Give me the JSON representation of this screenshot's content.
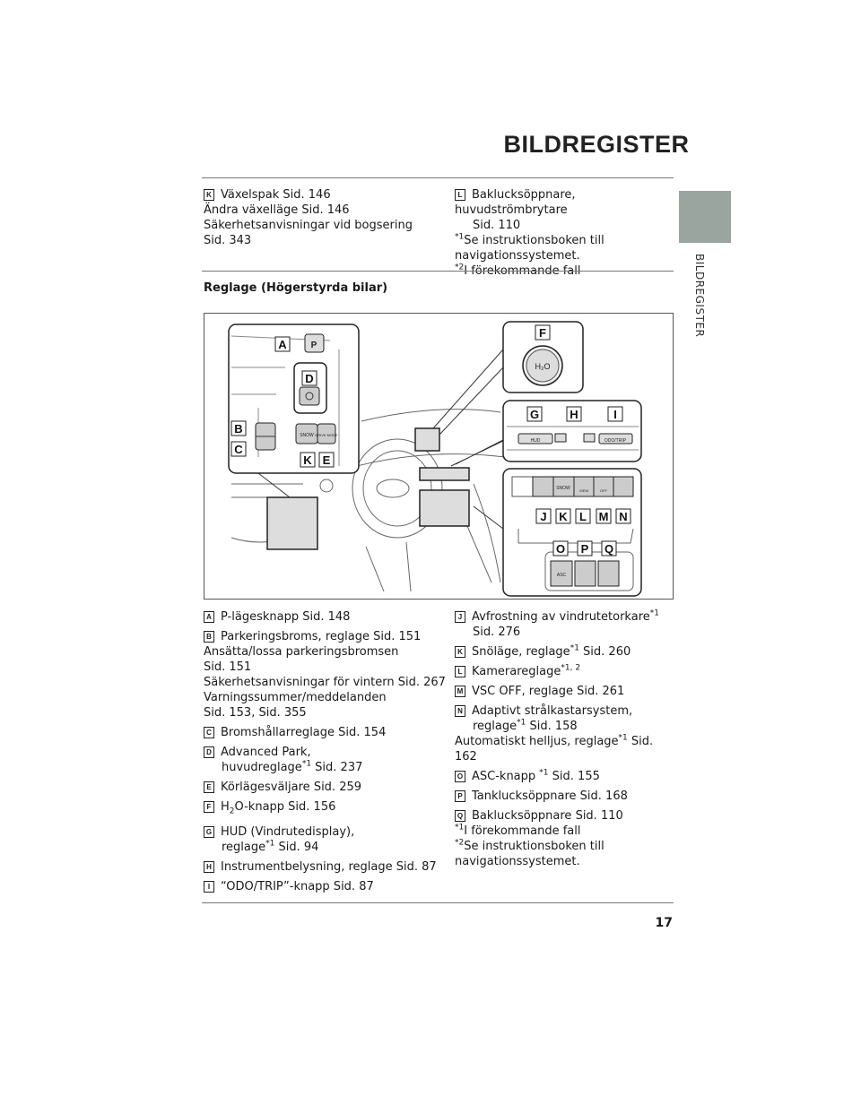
{
  "header": {
    "title": "BILDREGISTER",
    "side_tab": "BILDREGISTER"
  },
  "top_section": {
    "left": [
      {
        "letter": "K",
        "text": "Växelspak Sid. 146"
      },
      {
        "text": "Ändra växelläge Sid. 146"
      },
      {
        "text": "Säkerhetsanvisningar vid bogsering"
      },
      {
        "text": "Sid. 343"
      }
    ],
    "right": {
      "letter": "L",
      "line1": "Baklucksöppnare, huvudströmbrytare",
      "line2": "Sid. 110",
      "notes": [
        {
          "mark": "*1",
          "text": "Se instruktionsboken till"
        },
        {
          "text": "navigationssystemet."
        },
        {
          "mark": "*2",
          "text": "I förekommande fall"
        }
      ]
    }
  },
  "subheading": "Reglage (Högerstyrda bilar)",
  "diagram": {
    "labels": {
      "A": "A",
      "B": "B",
      "C": "C",
      "D": "D",
      "E": "E",
      "F": "F",
      "G": "G",
      "H": "H",
      "I": "I",
      "J": "J",
      "K": "K",
      "L": "L",
      "M": "M",
      "N": "N",
      "O": "O",
      "P": "P",
      "Q": "Q"
    },
    "buttons": {
      "p": "P",
      "snow": "SNOW",
      "drive_mode": "DRIVE MODE",
      "h2o": "H₂O",
      "hud": "HUD",
      "odo_trip": "ODO/TRIP",
      "view": "VIEW",
      "off": "OFF",
      "asc": "ASC"
    }
  },
  "left_list": [
    {
      "letter": "A",
      "lines": [
        "P-lägesknapp Sid. 148"
      ]
    },
    {
      "letter": "B",
      "lines": [
        "Parkeringsbroms, reglage Sid. 151"
      ],
      "extra": [
        "Ansätta/lossa parkeringsbromsen",
        "Sid. 151",
        "Säkerhetsanvisningar för vintern Sid. 267",
        "Varningssummer/meddelanden",
        "Sid. 153, Sid. 355"
      ]
    },
    {
      "letter": "C",
      "lines": [
        "Bromshållarreglage Sid. 154"
      ]
    },
    {
      "letter": "D",
      "lines": [
        "Advanced Park,",
        "huvudreglage"
      ],
      "sup": "*1",
      "after": " Sid. 237"
    },
    {
      "letter": "E",
      "lines": [
        "Körlägesväljare Sid. 259"
      ]
    },
    {
      "letter": "F",
      "h2o": "H",
      "sub": "2",
      "after": "O-knapp Sid. 156"
    },
    {
      "letter": "G",
      "lines": [
        "HUD (Vindrutedisplay),",
        "reglage"
      ],
      "sup": "*1",
      "after": " Sid. 94"
    },
    {
      "letter": "H",
      "lines": [
        "Instrumentbelysning, reglage Sid. 87"
      ]
    },
    {
      "letter": "I",
      "lines": [
        "“ODO/TRIP”-knapp Sid. 87"
      ]
    }
  ],
  "right_list": [
    {
      "letter": "J",
      "text": "Avfrostning av vindrutetorkare",
      "sup": "*1",
      "line2": "Sid. 276"
    },
    {
      "letter": "K",
      "text": "Snöläge, reglage",
      "sup": "*1",
      "after": " Sid. 260"
    },
    {
      "letter": "L",
      "text": "Kamerareglage",
      "sup": "*1, 2"
    },
    {
      "letter": "M",
      "text": "VSC OFF, reglage Sid. 261"
    },
    {
      "letter": "N",
      "text": "Adaptivt strålkastarsystem,",
      "line2": "reglage",
      "sup2": "*1",
      "after2": " Sid. 158",
      "extra": "Automatiskt helljus, reglage",
      "extra_sup": "*1",
      "extra_after": " Sid. 162"
    },
    {
      "letter": "O",
      "text": "ASC-knapp ",
      "sup": "*1",
      "after": " Sid. 155"
    },
    {
      "letter": "P",
      "text": "Tanklucksöppnare Sid. 168"
    },
    {
      "letter": "Q",
      "text": "Baklucksöppnare Sid. 110"
    }
  ],
  "right_notes": [
    {
      "mark": "*1",
      "text": "I förekommande fall"
    },
    {
      "mark": "*2",
      "text": "Se instruktionsboken till"
    },
    {
      "text": "navigationssystemet."
    }
  ],
  "footer": {
    "page_number": "17"
  }
}
